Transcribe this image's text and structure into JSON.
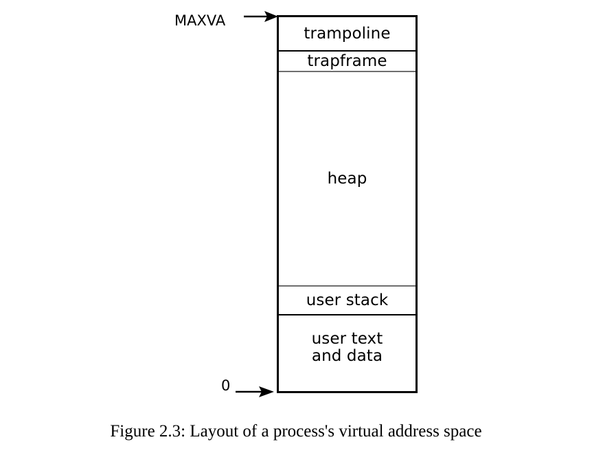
{
  "figure": {
    "caption": "Figure 2.3: Layout of a process's virtual address space",
    "background_color": "#ffffff",
    "line_color": "#000000",
    "inner_rule_color": "#6e6e6e"
  },
  "axis_labels": {
    "top": {
      "text": "MAXVA",
      "arrow_direction": "right",
      "points_to": "top of address space"
    },
    "bottom": {
      "text": "0",
      "arrow_direction": "right",
      "points_to": "bottom of address space"
    }
  },
  "address_space": {
    "orientation": "high address at top, low address at bottom",
    "segments": [
      {
        "label": "trampoline",
        "order": 1,
        "top_rule": "black",
        "bottom_rule": "black"
      },
      {
        "label": "trapframe",
        "order": 2,
        "top_rule": "black",
        "bottom_rule": "grey"
      },
      {
        "label": "heap",
        "order": 3,
        "top_rule": "grey",
        "bottom_rule": "grey"
      },
      {
        "label": "user stack",
        "order": 4,
        "top_rule": "grey",
        "bottom_rule": "black"
      },
      {
        "label": "user text\nand data",
        "order": 5,
        "top_rule": "black",
        "bottom_rule": "black",
        "lines": [
          "user text",
          "and data"
        ]
      }
    ]
  }
}
